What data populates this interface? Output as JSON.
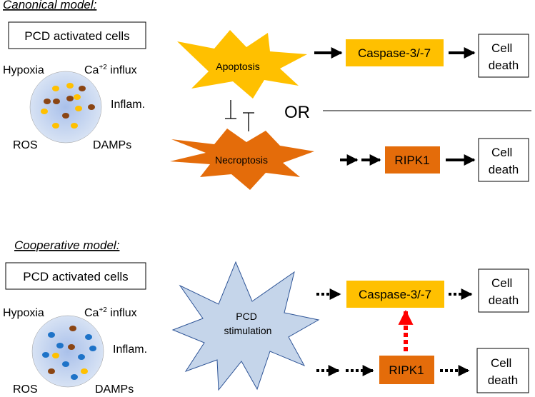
{
  "canonical": {
    "heading": "Canonical model:",
    "cells_box": "PCD activated cells",
    "labels": {
      "hypoxia": "Hypoxia",
      "ca_influx": "Ca",
      "ca_sup": "+2",
      "ca_rest": " influx",
      "inflam": "Inflam.",
      "ros": "ROS",
      "damps": "DAMPs"
    },
    "apoptosis": "Apoptosis",
    "necroptosis": "Necroptosis",
    "caspase": "Caspase-3/-7",
    "ripk1": "RIPK1",
    "or": "OR",
    "cell_death_1": {
      "line1": "Cell",
      "line2": "death"
    },
    "cell_death_2": {
      "line1": "Cell",
      "line2": "death"
    }
  },
  "cooperative": {
    "heading": "Cooperative model:",
    "cells_box": "PCD activated cells",
    "labels": {
      "hypoxia": "Hypoxia",
      "ca_influx": "Ca",
      "ca_sup": "+2",
      "ca_rest": " influx",
      "inflam": "Inflam.",
      "ros": "ROS",
      "damps": "DAMPs"
    },
    "stimulation": {
      "line1": "PCD",
      "line2": "stimulation"
    },
    "caspase": "Caspase-3/-7",
    "ripk1": "RIPK1",
    "cell_death_1": {
      "line1": "Cell",
      "line2": "death"
    },
    "cell_death_2": {
      "line1": "Cell",
      "line2": "death"
    }
  },
  "colors": {
    "apoptosis": "#FFC000",
    "necroptosis": "#E46C0A",
    "caspase_box": "#FFC000",
    "ripk1_box": "#E46C0A",
    "stimulation": "#C5D5EA",
    "cell_circle": "#B9CDEB",
    "dot_yellow": "#FFC000",
    "dot_brown": "#8B4513",
    "dot_blue": "#1E73C8",
    "red_arrow": "#FF0000"
  }
}
